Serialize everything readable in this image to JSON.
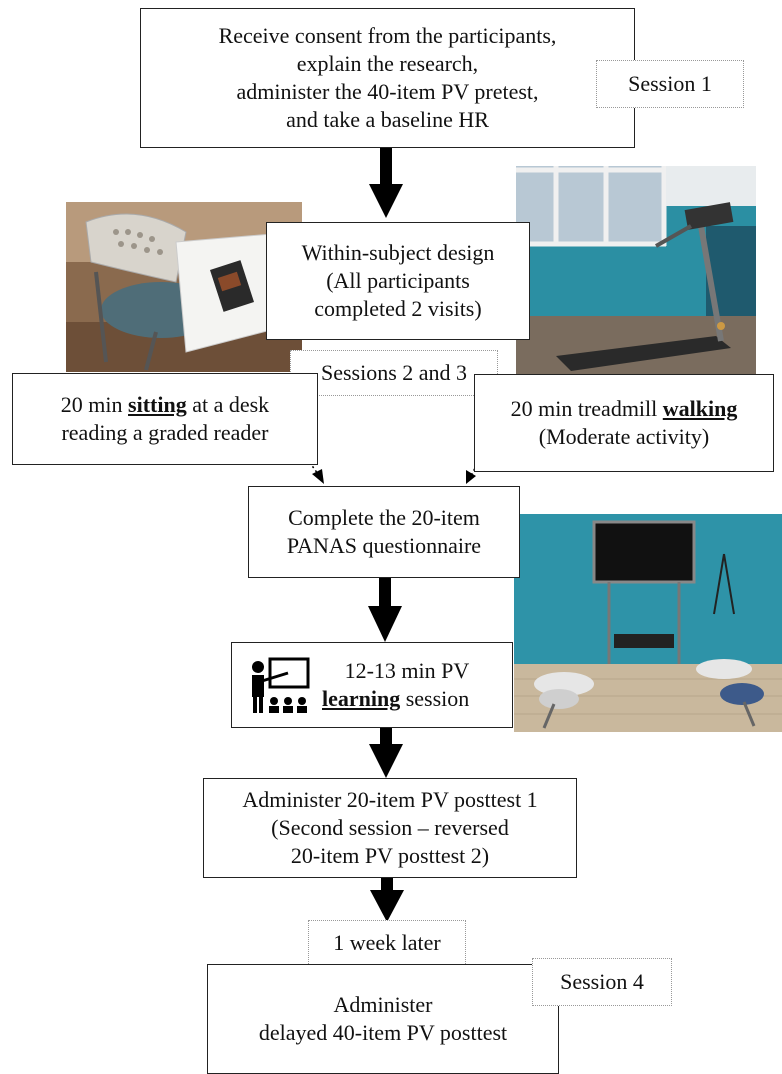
{
  "box1": {
    "lines": [
      "Receive consent from the participants,",
      "explain the research,",
      "administer the 40-item PV pretest,",
      "and take a baseline HR"
    ]
  },
  "session1": "Session 1",
  "design": {
    "lines": [
      "Within-subject design",
      "(All participants",
      "completed 2 visits)"
    ]
  },
  "sessions23": "Sessions 2 and 3",
  "sitting": {
    "pre": "20 min ",
    "emph": "sitting",
    "post": " at a desk",
    "line2": "reading a graded reader"
  },
  "walking": {
    "pre": "20 min treadmill ",
    "emph": "walking",
    "line2": "(Moderate activity)"
  },
  "panas": {
    "lines": [
      "Complete the 20-item",
      "PANAS questionnaire"
    ]
  },
  "learning": {
    "line1": "12-13 min PV",
    "emph": "learning",
    "post": " session"
  },
  "posttest": {
    "lines": [
      "Administer 20-item PV posttest 1",
      "(Second session – reversed",
      "20-item PV posttest 2)"
    ]
  },
  "week_later": "1 week later",
  "session4": "Session 4",
  "delayed": {
    "lines": [
      "Administer",
      "delayed 40-item PV posttest"
    ]
  },
  "icons": {
    "teacher": "teacher-presentation-icon"
  }
}
